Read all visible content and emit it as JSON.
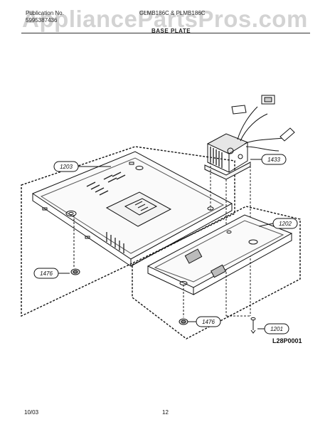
{
  "header": {
    "publication_label": "Publication No.",
    "publication_number": "5995387436",
    "models": "GLMB186C & PLMB186C",
    "section_title": "BASE PLATE"
  },
  "watermark": "AppliancePartsPros.com",
  "diagram": {
    "callouts": {
      "c1203": "1203",
      "c1433": "1433",
      "c1202": "1202",
      "c1476a": "1476",
      "c1476b": "1476",
      "c1201": "1201"
    },
    "code": "L28P0001"
  },
  "footer": {
    "date": "10/03",
    "page": "12"
  }
}
